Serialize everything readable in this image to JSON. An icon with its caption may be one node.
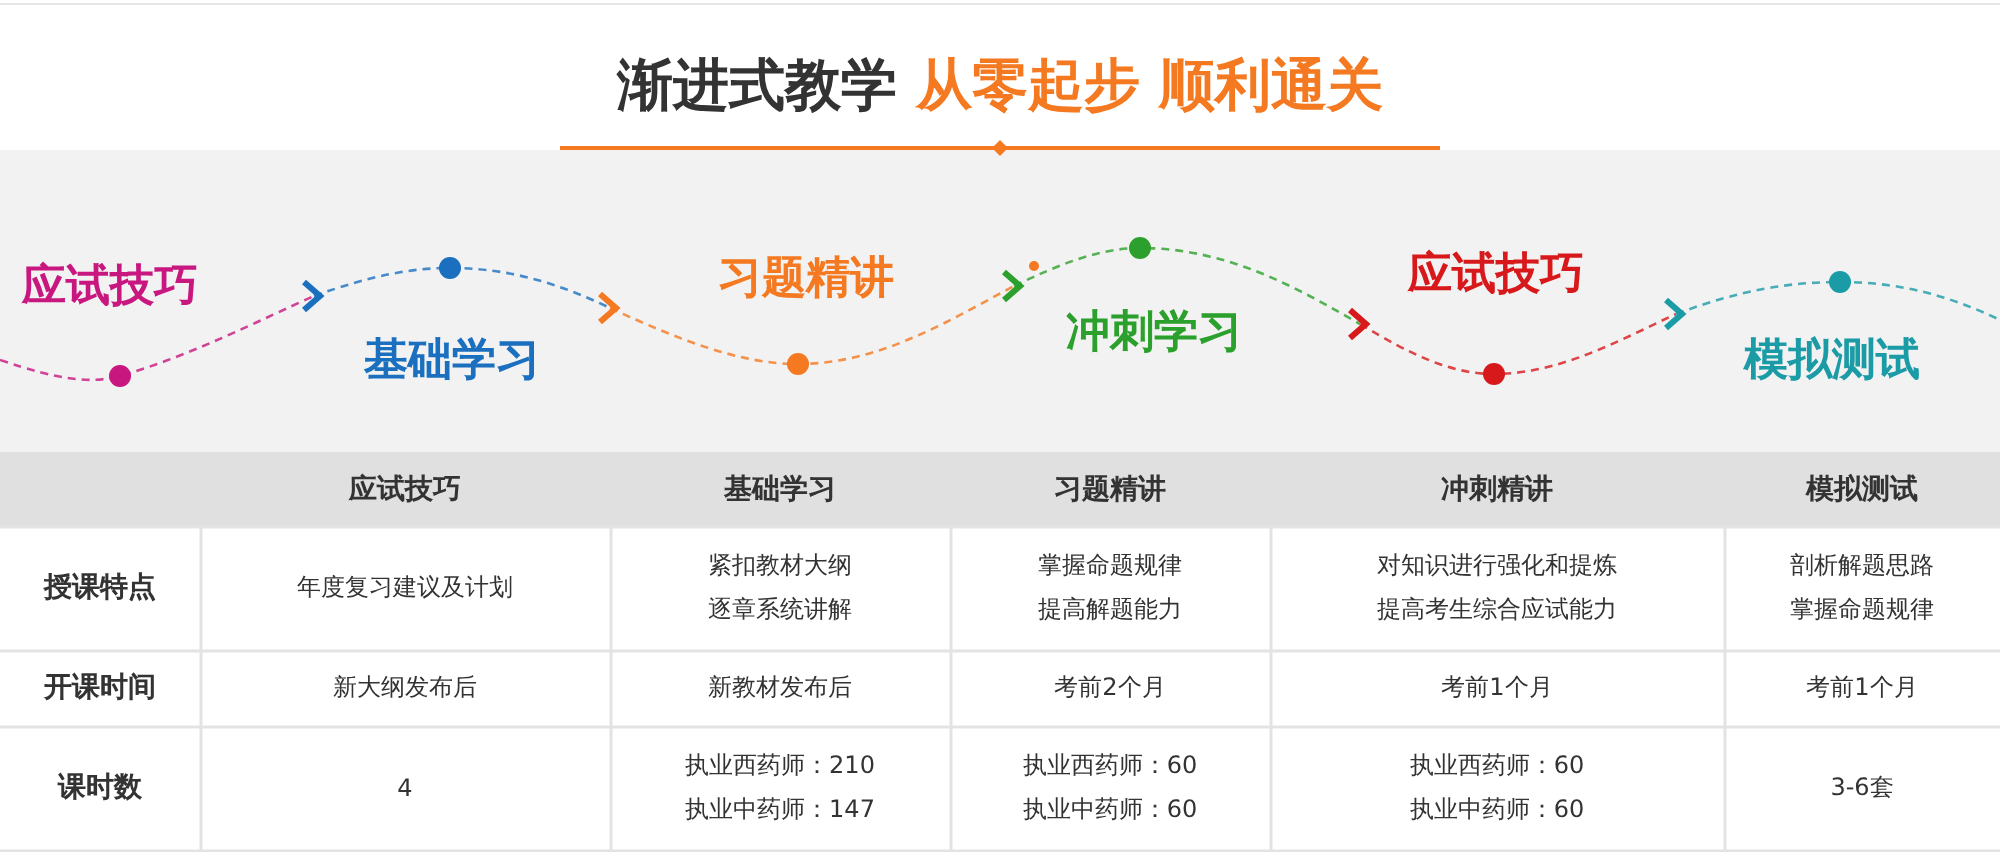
{
  "diagram": {
    "title": "渐进式教学 从零起步 顺利通关",
    "labels": [
      "应试技巧",
      "基础学习",
      "习题精讲",
      "冲刺学习",
      "应试技巧",
      "模拟测试",
      "应试技巧",
      "基础学习",
      "习题精讲",
      "冲刺精讲",
      "模拟测试",
      "授课特点",
      "年度复习建议及计划",
      "紧扣教材大纲",
      "逐章系统讲解",
      "掌握命题规律",
      "提高解题能力",
      "对知识进行强化和提炼",
      "提高考生综合应试能力",
      "剖析解题思路",
      "掌握命题规律",
      "开课时间",
      "新大纲发布后",
      "新教材发布后",
      "考前2个月",
      "考前1个月",
      "考前1个月",
      "课时数",
      "4",
      "执业西药师：210",
      "执业中药师：147",
      "执业西药师：60",
      "执业中药师：60",
      "执业西药师：60",
      "执业中药师：60",
      "3-6套"
    ]
  }
}
